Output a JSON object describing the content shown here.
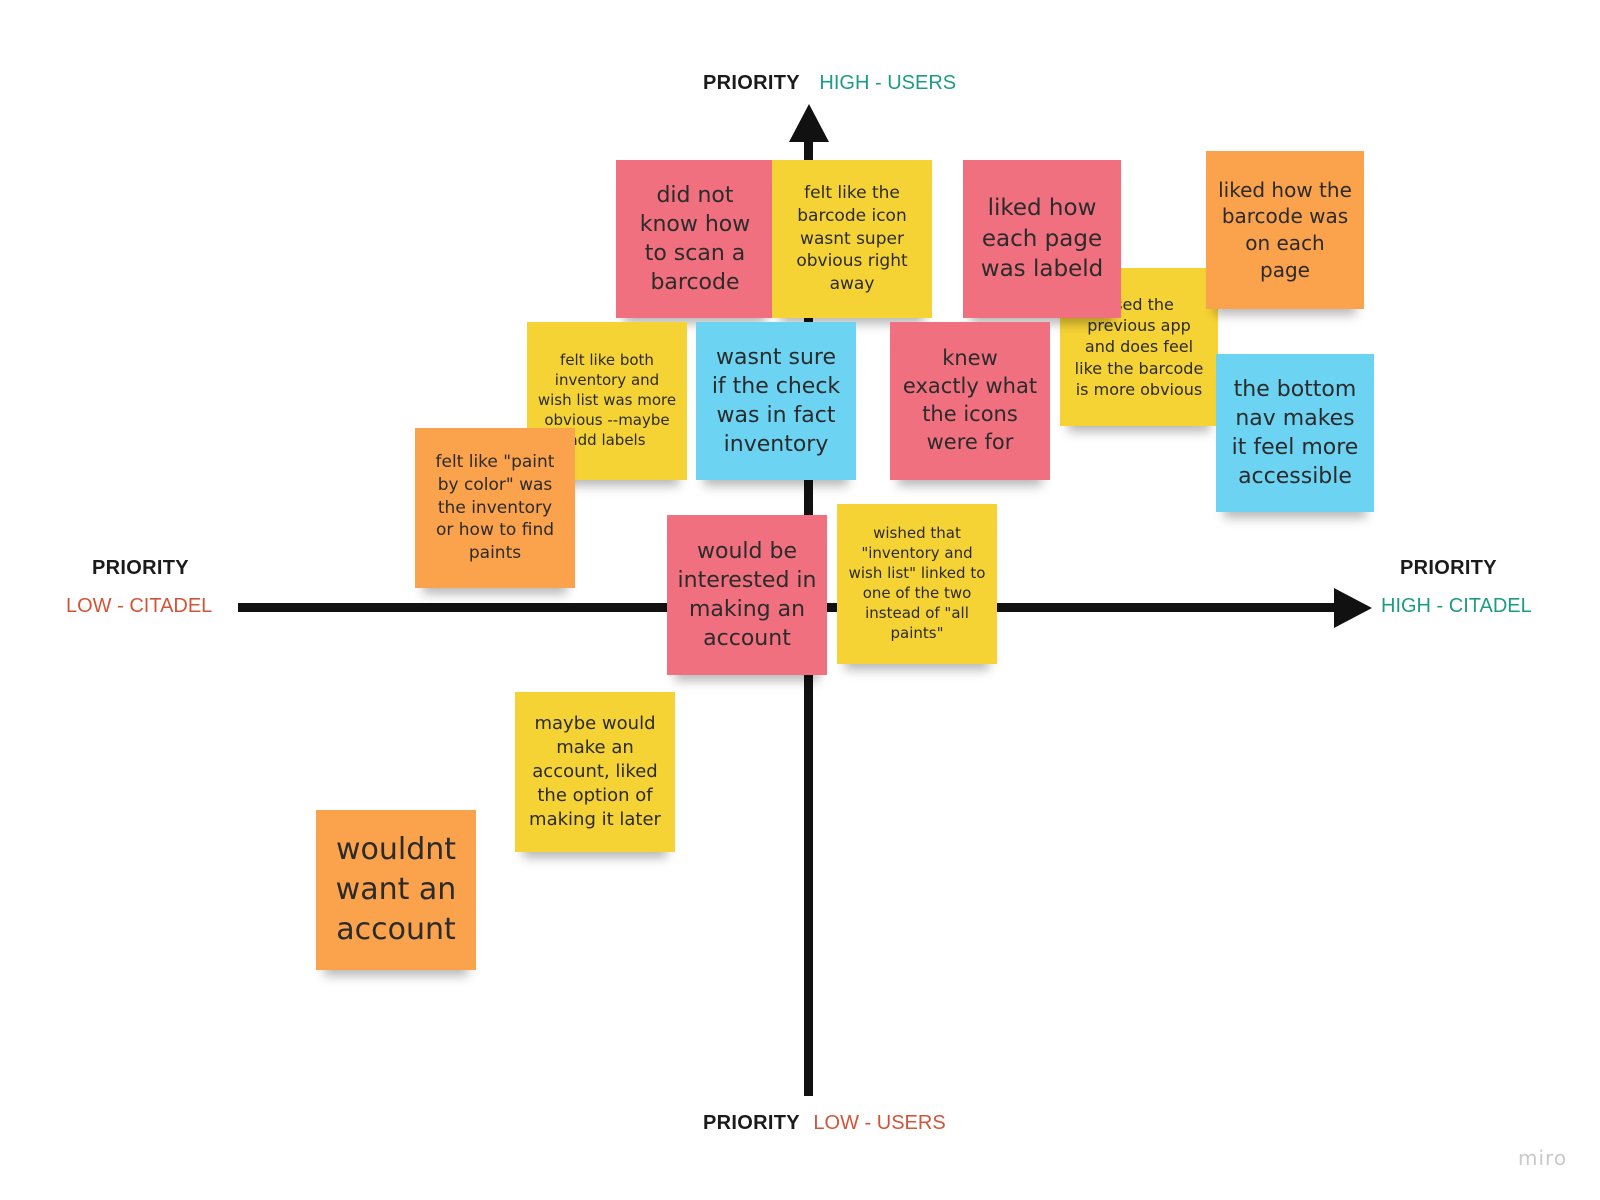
{
  "axes": {
    "top": {
      "priority": "PRIORITY",
      "value": "HIGH - USERS"
    },
    "bottom": {
      "priority": "PRIORITY",
      "value": "LOW - USERS"
    },
    "left": {
      "priority": "PRIORITY",
      "value": "LOW - CITADEL"
    },
    "right": {
      "priority": "PRIORITY",
      "value": "HIGH - CITADEL"
    }
  },
  "colors": {
    "pink": "#f0707f",
    "yellow": "#f6d335",
    "blue": "#6cd3f2",
    "orange": "#fba24d",
    "high_accent": "#1d9b86",
    "low_accent": "#d2553a"
  },
  "notes": [
    {
      "id": "scan-barcode",
      "color": "pink",
      "text": "did not know how to scan a barcode"
    },
    {
      "id": "barcode-icon",
      "color": "yellow",
      "text": "felt like the barcode icon wasnt super obvious right away"
    },
    {
      "id": "page-labeled",
      "color": "pink",
      "text": "liked how each page was labeld"
    },
    {
      "id": "previous-app",
      "color": "yellow",
      "text": "used the previous app and does feel like the barcode is more obvious"
    },
    {
      "id": "barcode-each-page",
      "color": "orange",
      "text": "liked how the barcode was on each page"
    },
    {
      "id": "inventory-wishlist",
      "color": "yellow",
      "text": "felt like both inventory and wish list was more obvious --maybe add labels"
    },
    {
      "id": "check-inventory",
      "color": "blue",
      "text": "wasnt sure if the check was in fact inventory"
    },
    {
      "id": "knew-icons",
      "color": "pink",
      "text": "knew exactly what the icons were for"
    },
    {
      "id": "bottom-nav",
      "color": "blue",
      "text": "the bottom nav makes it feel more accessible"
    },
    {
      "id": "paint-by-color",
      "color": "orange",
      "text": "felt like \"paint by color\" was the inventory or how to find paints"
    },
    {
      "id": "make-account",
      "color": "pink",
      "text": "would be interested in making an account"
    },
    {
      "id": "linked-list",
      "color": "yellow",
      "text": "wished that \"inventory and wish list\" linked to one of the two instead  of \"all paints\""
    },
    {
      "id": "maybe-account",
      "color": "yellow",
      "text": "maybe would make an account, liked the option of making it later"
    },
    {
      "id": "no-account",
      "color": "orange",
      "text": "wouldnt want an account"
    }
  ],
  "watermark": "miro"
}
